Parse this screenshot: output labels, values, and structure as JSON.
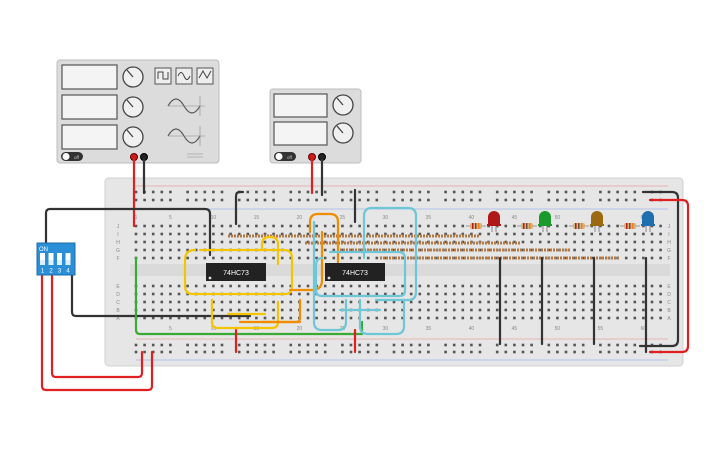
{
  "chips": [
    {
      "label": "74HC73"
    },
    {
      "label": "74HC73"
    }
  ],
  "dip_switch": {
    "on_label": "ON",
    "numbers": [
      "1",
      "2",
      "3",
      "4"
    ]
  },
  "breadboard": {
    "column_numbers": [
      "1",
      "5",
      "10",
      "15",
      "20",
      "25",
      "30",
      "35",
      "40",
      "45",
      "50",
      "55",
      "60"
    ],
    "row_letters_top": [
      "J",
      "I",
      "H",
      "G",
      "F"
    ],
    "row_letters_bottom": [
      "E",
      "D",
      "C",
      "B",
      "A"
    ]
  },
  "function_generator": {
    "power_label": "off",
    "channel_count": 3,
    "waveforms": [
      "square",
      "sine",
      "triangle"
    ]
  },
  "power_supply": {
    "power_label": "off",
    "display_count": 2
  },
  "leds": [
    {
      "color": "#b01818"
    },
    {
      "color": "#1a9a2a"
    },
    {
      "color": "#9a6a10"
    },
    {
      "color": "#1f6fb0"
    }
  ],
  "colors": {
    "wire_red": "#e02020",
    "wire_black": "#333333",
    "wire_yellow": "#f5c400",
    "wire_orange": "#f08c00",
    "wire_teal": "#6ec6d6",
    "wire_green": "#3aaa35",
    "wire_brown": "#b07a4a",
    "chip_body": "#222222",
    "board": "#e6e6e6",
    "instrument_body": "#dcdcdc",
    "dip_body": "#2a8fd6"
  }
}
